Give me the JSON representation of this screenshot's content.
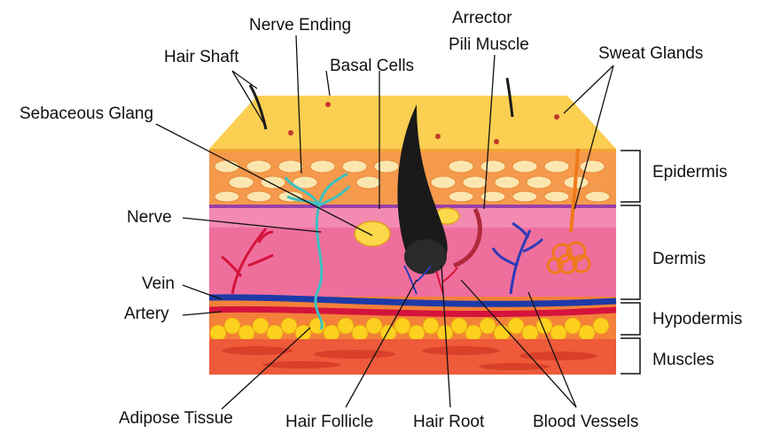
{
  "labels": {
    "nerve_ending": "Nerve Ending",
    "arrector_line1": "Arrector",
    "arrector_line2": "Pili Muscle",
    "hair_shaft": "Hair Shaft",
    "basal_cells": "Basal Cells",
    "sweat_glands": "Sweat Glands",
    "sebaceous_gland": "Sebaceous Glang",
    "nerve": "Nerve",
    "vein": "Vein",
    "artery": "Artery",
    "adipose_tissue": "Adipose Tissue",
    "hair_follicle": "Hair Follicle",
    "hair_root": "Hair Root",
    "blood_vessels": "Blood Vessels",
    "epidermis": "Epidermis",
    "dermis": "Dermis",
    "hypodermis": "Hypodermis",
    "muscles": "Muscles"
  },
  "colors": {
    "skin_top": "#fbcf52",
    "skin_top_edge": "#f4a43a",
    "epidermis": "#f59a4c",
    "dermis": "#ef6f9c",
    "hypodermis": "#f4803a",
    "muscle": "#ee5a3a",
    "fat": "#fcd01f",
    "vein": "#1e3aa8",
    "artery": "#d4143c",
    "nerve": "#3cc0c0",
    "hair": "#1a1a1a",
    "gland": "#f07a1a",
    "leader": "#111111"
  }
}
